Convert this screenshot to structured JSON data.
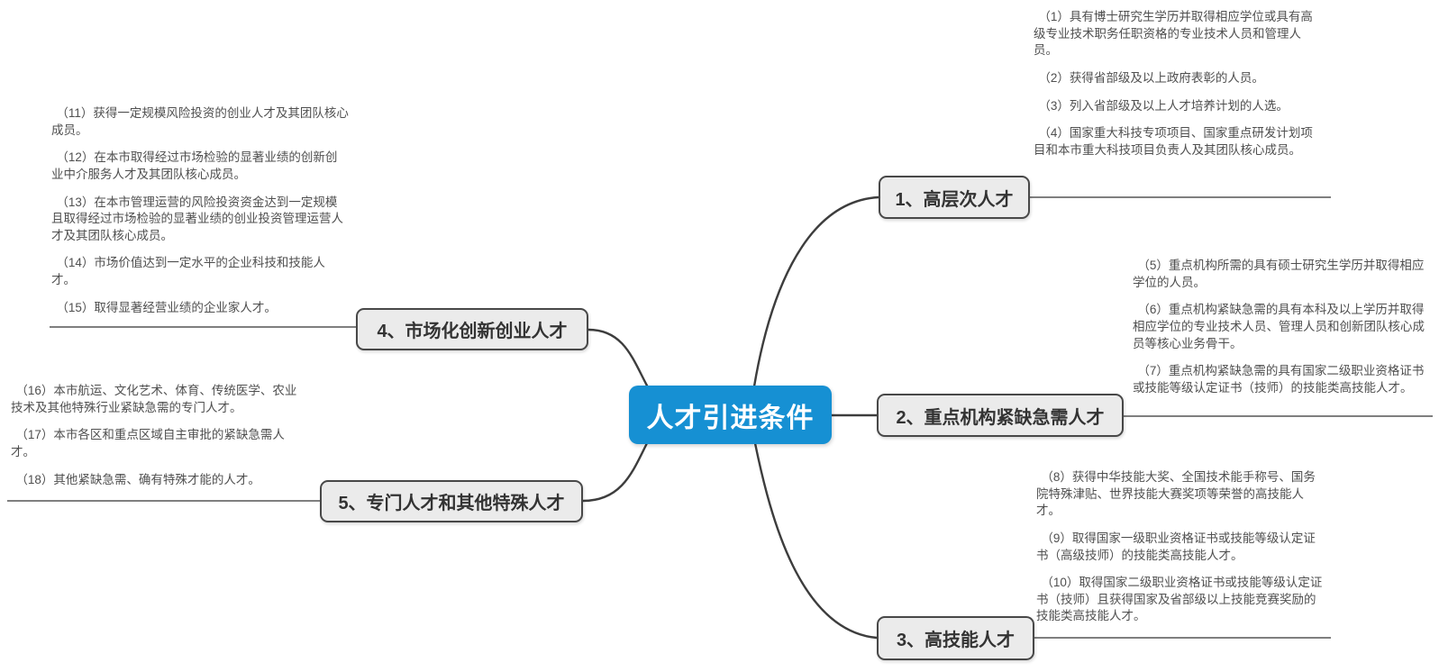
{
  "center": {
    "label": "人才引进条件"
  },
  "branches": [
    {
      "label": "1、高层次人才",
      "items": [
        "（1）具有博士研究生学历并取得相应学位或具有高级专业技术职务任职资格的专业技术人员和管理人员。",
        "（2）获得省部级及以上政府表彰的人员。",
        "（3）列入省部级及以上人才培养计划的人选。",
        "（4）国家重大科技专项项目、国家重点研发计划项目和本市重大科技项目负责人及其团队核心成员。"
      ]
    },
    {
      "label": "2、重点机构紧缺急需人才",
      "items": [
        "（5）重点机构所需的具有硕士研究生学历并取得相应学位的人员。",
        "（6）重点机构紧缺急需的具有本科及以上学历并取得相应学位的专业技术人员、管理人员和创新团队核心成员等核心业务骨干。",
        "（7）重点机构紧缺急需的具有国家二级职业资格证书或技能等级认定证书（技师）的技能类高技能人才。"
      ]
    },
    {
      "label": "3、高技能人才",
      "items": [
        "（8）获得中华技能大奖、全国技术能手称号、国务院特殊津贴、世界技能大赛奖项等荣誉的高技能人才。",
        "（9）取得国家一级职业资格证书或技能等级认定证书（高级技师）的技能类高技能人才。",
        "（10）取得国家二级职业资格证书或技能等级认定证书（技师）且获得国家及省部级以上技能竞赛奖励的技能类高技能人才。"
      ]
    },
    {
      "label": "4、市场化创新创业人才",
      "items": [
        "（11）获得一定规模风险投资的创业人才及其团队核心成员。",
        "（12）在本市取得经过市场检验的显著业绩的创新创业中介服务人才及其团队核心成员。",
        "（13）在本市管理运营的风险投资资金达到一定规模且取得经过市场检验的显著业绩的创业投资管理运营人才及其团队核心成员。",
        "（14）市场价值达到一定水平的企业科技和技能人才。",
        "（15）取得显著经营业绩的企业家人才。"
      ]
    },
    {
      "label": "5、专门人才和其他特殊人才",
      "items": [
        "（16）本市航运、文化艺术、体育、传统医学、农业技术及其他特殊行业紧缺急需的专门人才。",
        "（17）本市各区和重点区域自主审批的紧缺急需人才。",
        "（18）其他紧缺急需、确有特殊才能的人才。"
      ]
    }
  ],
  "colors": {
    "center_bg": "#1690d3",
    "center_text": "#ffffff",
    "node_bg": "#ebebeb",
    "node_border": "#484848",
    "node_text": "#333333",
    "leaf_text": "#4f4f4f",
    "connector": "#3d3d3d",
    "underline": "#7f7f7f"
  }
}
